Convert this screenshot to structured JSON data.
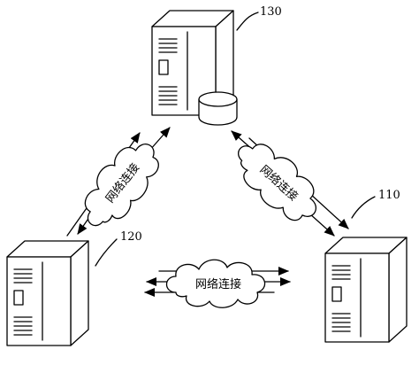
{
  "nodes": {
    "server_130": {
      "ref": "130"
    },
    "server_110": {
      "ref": "110"
    },
    "server_120": {
      "ref": "120"
    }
  },
  "links": {
    "link_130_120": {
      "label": "网络连接"
    },
    "link_130_110": {
      "label": "网络连接"
    },
    "link_120_110": {
      "label": "网络连接"
    }
  },
  "colors": {
    "line": "#000000",
    "background": "#ffffff"
  }
}
